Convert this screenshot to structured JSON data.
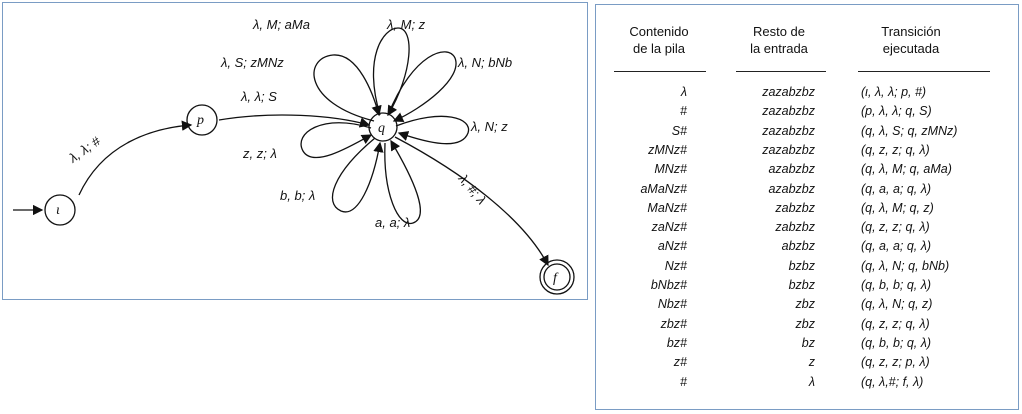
{
  "diagram": {
    "states": [
      "ι",
      "p",
      "q",
      "f"
    ],
    "labels": {
      "iota_to_p": "λ, λ; #",
      "p_to_q": "λ, λ; S",
      "q_to_f": "λ, #; λ",
      "loop_M_aMa": "λ, M; aMa",
      "loop_M_z": "λ, M; z",
      "loop_S_zMNz": "λ, S; zMNz",
      "loop_N_bNb": "λ, N; bNb",
      "loop_N_z": "λ, N; z",
      "loop_zz": "z, z; λ",
      "loop_bb": "b, b; λ",
      "loop_aa": "a, a; λ"
    }
  },
  "table": {
    "headers": {
      "col1_line1": "Contenido",
      "col1_line2": "de la pila",
      "col2_line1": "Resto de",
      "col2_line2": "la entrada",
      "col3_line1": "Transición",
      "col3_line2": "ejecutada"
    },
    "rows": [
      {
        "stack": "λ",
        "input": "zazabzbz",
        "transition": "(ι, λ, λ; p, #)"
      },
      {
        "stack": "#",
        "input": "zazabzbz",
        "transition": "(p, λ, λ; q, S)"
      },
      {
        "stack": "S#",
        "input": "zazabzbz",
        "transition": "(q, λ, S; q, zMNz)"
      },
      {
        "stack": "zMNz#",
        "input": "zazabzbz",
        "transition": "(q, z, z; q, λ)"
      },
      {
        "stack": "MNz#",
        "input": "azabzbz",
        "transition": "(q, λ, M; q, aMa)"
      },
      {
        "stack": "aMaNz#",
        "input": "azabzbz",
        "transition": "(q, a, a; q, λ)"
      },
      {
        "stack": "MaNz#",
        "input": "zabzbz",
        "transition": "(q, λ, M; q, z)"
      },
      {
        "stack": "zaNz#",
        "input": "zabzbz",
        "transition": "(q, z, z; q, λ)"
      },
      {
        "stack": "aNz#",
        "input": "abzbz",
        "transition": "(q, a, a; q, λ)"
      },
      {
        "stack": "Nz#",
        "input": "bzbz",
        "transition": "(q, λ, N; q, bNb)"
      },
      {
        "stack": "bNbz#",
        "input": "bzbz",
        "transition": "(q, b, b; q, λ)"
      },
      {
        "stack": "Nbz#",
        "input": "zbz",
        "transition": "(q, λ, N; q, z)"
      },
      {
        "stack": "zbz#",
        "input": "zbz",
        "transition": "(q, z, z; q, λ)"
      },
      {
        "stack": "bz#",
        "input": "bz",
        "transition": "(q, b, b; q, λ)"
      },
      {
        "stack": "z#",
        "input": "z",
        "transition": "(q, z, z; p, λ)"
      },
      {
        "stack": "#",
        "input": "λ",
        "transition": "(q, λ,#; f, λ)"
      }
    ]
  }
}
